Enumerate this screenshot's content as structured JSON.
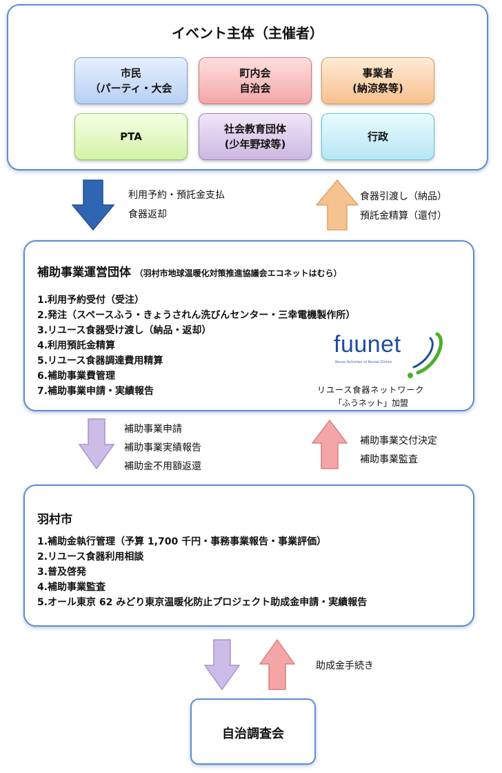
{
  "event_box": {
    "title": "イベント主体（主催者）",
    "roles": [
      {
        "line1": "市民",
        "line2": "（パーティ・大会"
      },
      {
        "line1": "町内会",
        "line2": "自治会"
      },
      {
        "line1": "事業者",
        "line2": "(納涼祭等)"
      },
      {
        "line1": "PTA",
        "line2": ""
      },
      {
        "line1": "社会教育団体",
        "line2": "(少年野球等)"
      },
      {
        "line1": "行政",
        "line2": ""
      }
    ]
  },
  "flow1": {
    "down_labels": [
      "利用予約・預託金支払",
      "食器返却"
    ],
    "up_labels": [
      "食器引渡し（納品）",
      "預託金精算（還付）"
    ]
  },
  "org_box": {
    "title": "補助事業運営団体",
    "subtitle": "（羽村市地球温暖化対策推進協議会エコネットはむら）",
    "items": [
      "1.利用予約受付（受注）",
      "2.発注（スペースふう・きょうされん洗びんセンター・三幸電機製作所）",
      "3.リユース食器受け渡し（納品・返却）",
      "4.利用預託金精算",
      "5.リユース食器調達費用精算",
      "6.補助事業費管理",
      "7.補助事業申請・実績報告"
    ],
    "logo_text": "fuunet",
    "logo_tagline": "Reuse Activities of Reusal Dishes",
    "logo_caption1": "リユース食器ネットワーク",
    "logo_caption2": "「ふうネット」加盟"
  },
  "flow2": {
    "down_labels": [
      "補助事業申請",
      "補助事業実績報告",
      "補助金不用額返還"
    ],
    "up_labels": [
      "補助事業交付決定",
      "補助事業監査"
    ]
  },
  "city_box": {
    "title": "羽村市",
    "items": [
      "1.補助金執行管理（予算 1,700 千円・事務事業報告・事業評価）",
      "2.リユース食器利用相談",
      "3.普及啓発",
      "4.補助事業監査",
      "5.オール東京 62 みどり東京温暖化防止プロジェクト助成金申請・実績報告"
    ]
  },
  "flow3": {
    "label": "助成金手続き"
  },
  "council_box": {
    "title": "自治調査会"
  },
  "colors": {
    "panel_border": "#5b8bd0",
    "arrow_blue": "#2f66b3",
    "arrow_orange": "#f6c28f",
    "arrow_purple": "#cdbbe8",
    "arrow_red": "#f4a5a5",
    "logo_blue": "#1f4aa0",
    "logo_green": "#4caf2a"
  }
}
